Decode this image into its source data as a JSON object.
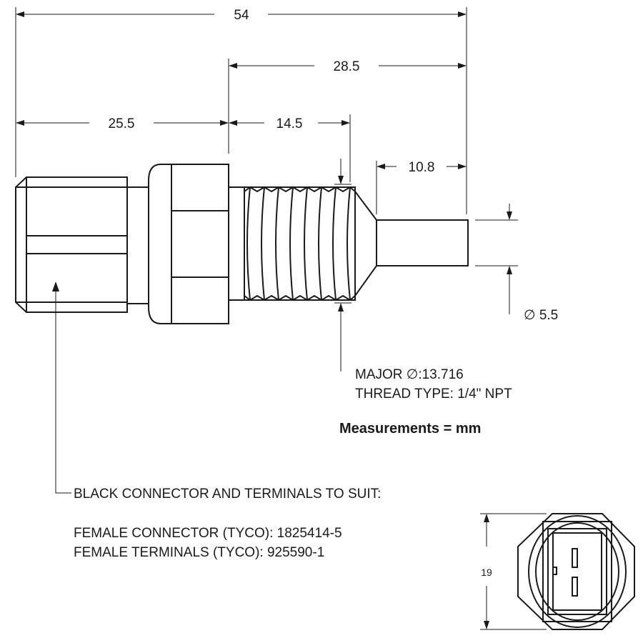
{
  "dimensions": {
    "overall_length": "54",
    "probe_to_hex": "28.5",
    "connector_length": "25.5",
    "thread_length": "14.5",
    "probe_length": "10.8",
    "probe_diameter": "∅ 5.5",
    "hex_size": "19"
  },
  "thread_note": {
    "major": "MAJOR ∅:13.716",
    "type": "THREAD TYPE: 1/4\" NPT"
  },
  "units_note": "Measurements = mm",
  "connector_note": {
    "heading": "BLACK CONNECTOR AND TERMINALS TO SUIT:",
    "connector": "FEMALE CONNECTOR (TYCO): 1825414-5",
    "terminals": "FEMALE TERMINALS (TYCO): 925590-1"
  }
}
